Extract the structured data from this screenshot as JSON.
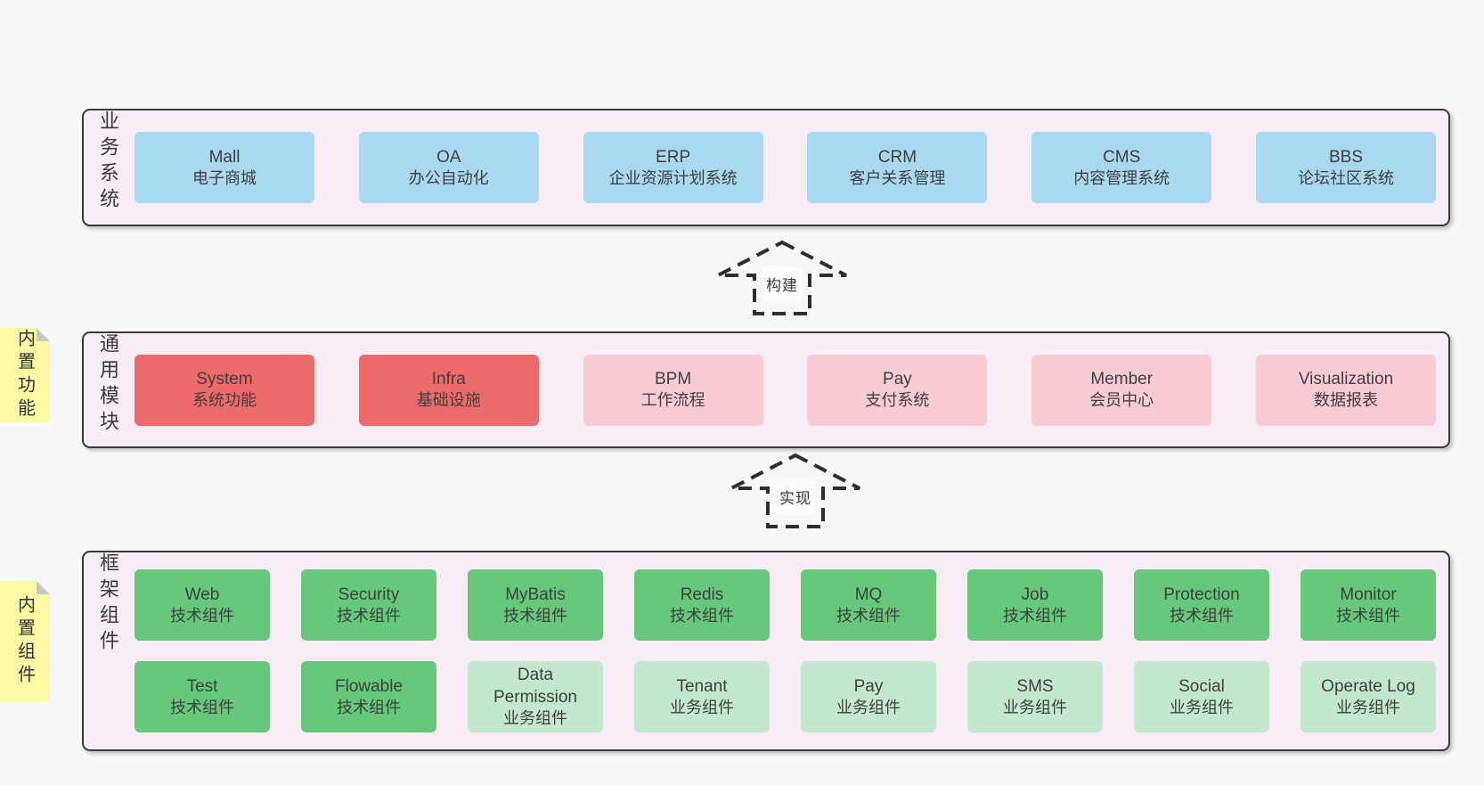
{
  "colors": {
    "page_bg": "#f8f8f8",
    "layer_bg": "#f8edf6",
    "layer_border": "#3a3a3a",
    "box_blue": "#a9d9f1",
    "box_red": "#ee6b6b",
    "box_pink": "#f9ccd3",
    "box_green": "#65c87a",
    "box_light_green": "#c4e8ce",
    "sticky_note_yellow": "#fbf9a4",
    "text": "#3f3f3f"
  },
  "layers": {
    "business": {
      "label": "业务系统",
      "boxes": [
        {
          "name": "Mall",
          "desc": "电子商城"
        },
        {
          "name": "OA",
          "desc": "办公自动化"
        },
        {
          "name": "ERP",
          "desc": "企业资源计划系统"
        },
        {
          "name": "CRM",
          "desc": "客户关系管理"
        },
        {
          "name": "CMS",
          "desc": "内容管理系统"
        },
        {
          "name": "BBS",
          "desc": "论坛社区系统"
        }
      ]
    },
    "modules": {
      "label": "通用模块",
      "note": "内置功能",
      "boxes": [
        {
          "name": "System",
          "desc": "系统功能"
        },
        {
          "name": "Infra",
          "desc": "基础设施"
        },
        {
          "name": "BPM",
          "desc": "工作流程"
        },
        {
          "name": "Pay",
          "desc": "支付系统"
        },
        {
          "name": "Member",
          "desc": "会员中心"
        },
        {
          "name": "Visualization",
          "desc": "数据报表"
        }
      ]
    },
    "components": {
      "label": "框架组件",
      "note": "内置组件",
      "row1": [
        {
          "name": "Web",
          "desc": "技术组件"
        },
        {
          "name": "Security",
          "desc": "技术组件"
        },
        {
          "name": "MyBatis",
          "desc": "技术组件"
        },
        {
          "name": "Redis",
          "desc": "技术组件"
        },
        {
          "name": "MQ",
          "desc": "技术组件"
        },
        {
          "name": "Job",
          "desc": "技术组件"
        },
        {
          "name": "Protection",
          "desc": "技术组件"
        },
        {
          "name": "Monitor",
          "desc": "技术组件"
        }
      ],
      "row2": [
        {
          "name": "Test",
          "desc": "技术组件"
        },
        {
          "name": "Flowable",
          "desc": "技术组件"
        },
        {
          "name": "Data Permission",
          "desc": "业务组件"
        },
        {
          "name": "Tenant",
          "desc": "业务组件"
        },
        {
          "name": "Pay",
          "desc": "业务组件"
        },
        {
          "name": "SMS",
          "desc": "业务组件"
        },
        {
          "name": "Social",
          "desc": "业务组件"
        },
        {
          "name": "Operate Log",
          "desc": "业务组件"
        }
      ]
    }
  },
  "arrows": {
    "build": {
      "label": "构建"
    },
    "implement": {
      "label": "实现"
    }
  }
}
